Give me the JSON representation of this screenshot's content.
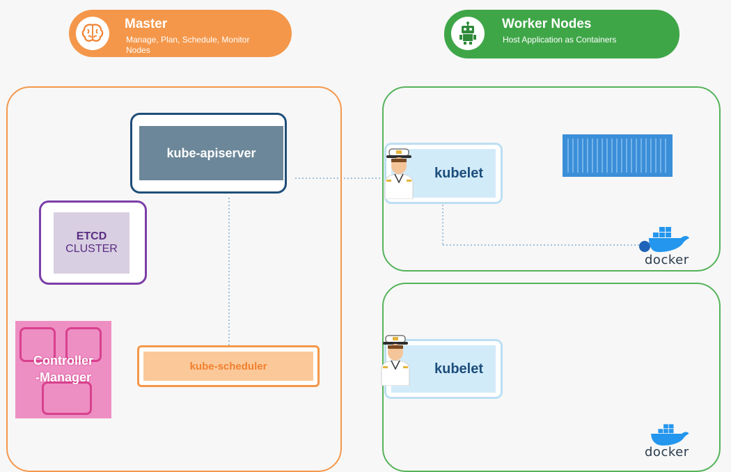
{
  "master": {
    "title": "Master",
    "subtitle_line1": "Manage, Plan, Schedule, Monitor",
    "subtitle_line2": "Nodes",
    "color": "#f4974a",
    "icon": "brain-icon"
  },
  "workers": {
    "title": "Worker Nodes",
    "subtitle": "Host Application as Containers",
    "color": "#3fa648",
    "icon": "robot-icon"
  },
  "components": {
    "apiserver": "kube-apiserver",
    "etcd_line1": "ETCD",
    "etcd_line2": "CLUSTER",
    "controller_line1": "Controller",
    "controller_line2": "-Manager",
    "scheduler": "kube-scheduler"
  },
  "nodes": [
    {
      "kubelet": "kubelet",
      "docker": "docker"
    },
    {
      "kubelet": "kubelet",
      "docker": "docker"
    }
  ]
}
